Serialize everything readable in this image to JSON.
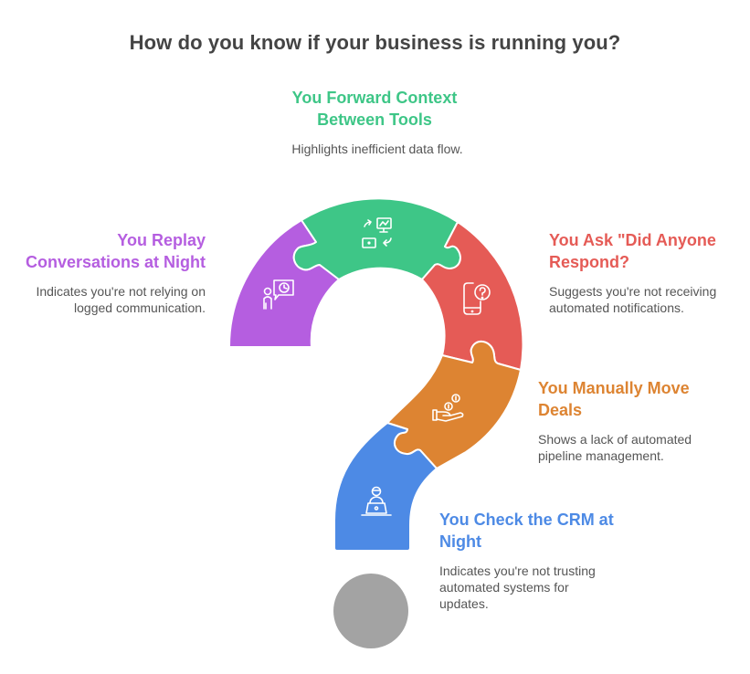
{
  "title": "How do you know if your business is running you?",
  "colors": {
    "purple": "#B55EE0",
    "green": "#3EC687",
    "red": "#E55B56",
    "orange": "#DD8432",
    "blue": "#4D8AE5",
    "dot": "#A3A3A3",
    "title": "#444444",
    "description": "#555555"
  },
  "items": [
    {
      "id": "forward-context",
      "heading_line1": "You Forward Context",
      "heading_line2": "Between Tools",
      "description_line1": "Highlights inefficient data flow.",
      "color": "#3EC687",
      "icon": "data-transfer-icon"
    },
    {
      "id": "replay-conversations",
      "heading_line1": "You Replay",
      "heading_line2": "Conversations at Night",
      "description_line1": "Indicates you're not relying on",
      "description_line2": "logged communication.",
      "color": "#B55EE0",
      "icon": "person-chat-clock-icon"
    },
    {
      "id": "ask-did-anyone-respond",
      "heading_line1": "You Ask \"Did Anyone",
      "heading_line2": "Respond?",
      "description_line1": "Suggests you're not receiving",
      "description_line2": "automated notifications.",
      "color": "#E55B56",
      "icon": "phone-question-icon"
    },
    {
      "id": "manually-move-deals",
      "heading_line1": "You Manually Move",
      "heading_line2": "Deals",
      "description_line1": "Shows a lack of automated",
      "description_line2": "pipeline management.",
      "color": "#DD8432",
      "icon": "hand-coins-icon"
    },
    {
      "id": "check-crm-at-night",
      "heading_line1": "You Check the CRM at",
      "heading_line2": "Night",
      "description_line1": "Indicates you're not trusting",
      "description_line2": "automated systems for",
      "description_line3": "updates.",
      "color": "#4D8AE5",
      "icon": "person-laptop-icon"
    }
  ]
}
